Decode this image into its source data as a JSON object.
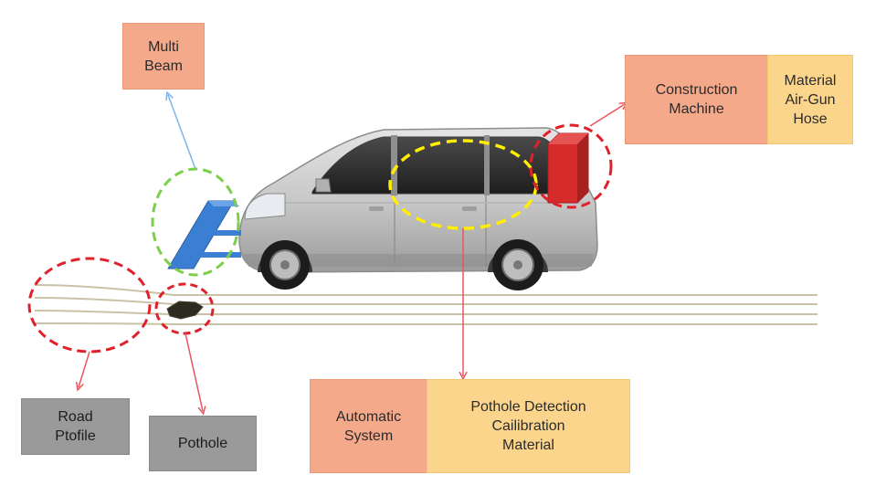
{
  "colors": {
    "label_salmon": "#f4a98a",
    "label_yellow": "#fcd58c",
    "label_grey": "#9a9a9a",
    "marker_red": "#e0212b",
    "marker_green": "#7ccf4a",
    "marker_yellow": "#ffee00",
    "arrow_red": "#e8555e",
    "arrow_blue": "#7fb2e8",
    "sensor_blue": "#3b7fd4",
    "van_silver": "#c9c9c9",
    "machine_red": "#d62b2b",
    "road_line": "#c9c2a6"
  },
  "labels": {
    "multi_beam": "Multi\nBeam",
    "construction_machine": "Construction\nMachine",
    "material_air_gun_hose": "Material\nAir-Gun\nHose",
    "road_profile": "Road\nPtofile",
    "pothole": "Pothole",
    "automatic_system": "Automatic\nSystem",
    "pothole_detection": "Pothole Detection\nCailibration\nMaterial"
  }
}
